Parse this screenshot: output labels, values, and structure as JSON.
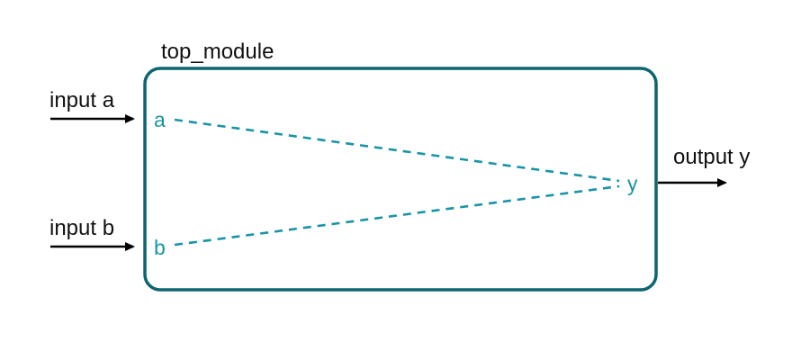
{
  "diagram": {
    "module_name": "top_module",
    "inputs": [
      {
        "label": "input a",
        "port": "a"
      },
      {
        "label": "input b",
        "port": "b"
      }
    ],
    "outputs": [
      {
        "label": "output y",
        "port": "y"
      }
    ],
    "connections": [
      {
        "from": "a",
        "to": "y",
        "style": "dashed"
      },
      {
        "from": "b",
        "to": "y",
        "style": "dashed"
      }
    ],
    "colors": {
      "module_border": "#0d6570",
      "port_text": "#1894a4",
      "wire": "#1894a4",
      "arrow": "#000000",
      "background": "#ffffff"
    }
  }
}
